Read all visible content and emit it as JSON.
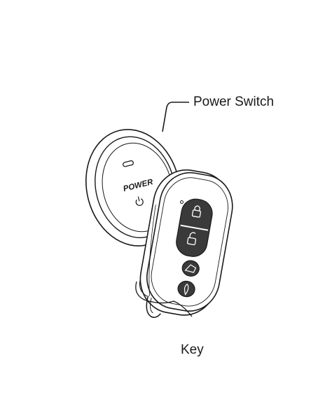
{
  "labels": {
    "power_switch": "Power Switch",
    "key": "Key"
  },
  "switch_face": {
    "text": "POWER"
  },
  "colors": {
    "line": "#1a1a1a",
    "background": "#ffffff"
  },
  "icons": [
    "power-switch-illustration",
    "smart-key-fob-illustration",
    "lock-icon",
    "unlock-icon",
    "trunk-icon",
    "panic-icon",
    "power-symbol-icon"
  ]
}
